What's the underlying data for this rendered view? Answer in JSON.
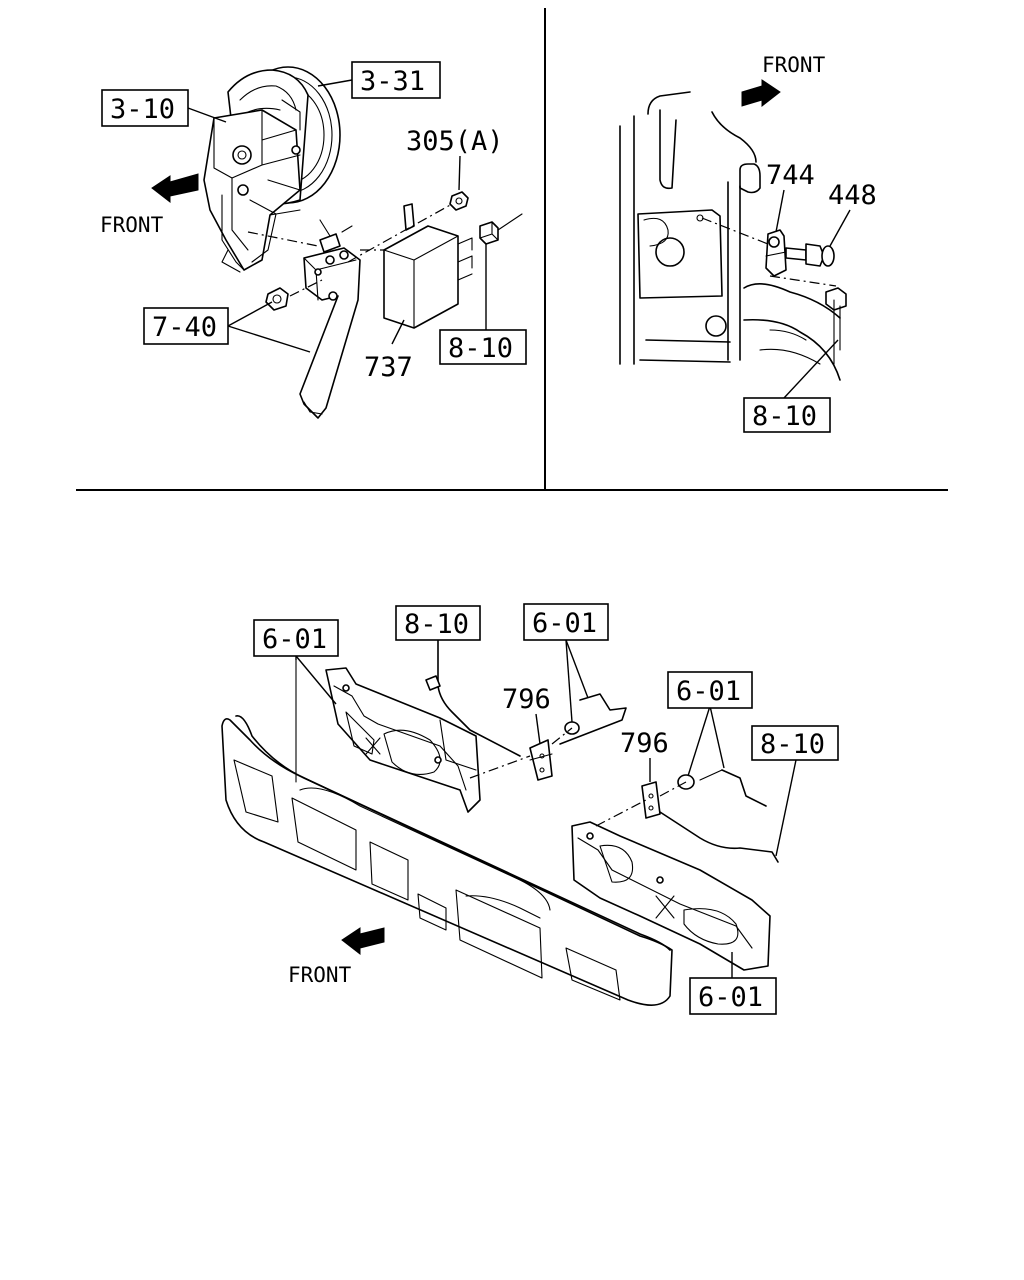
{
  "labels": {
    "p331": "3-31",
    "p310": "3-10",
    "p305a": "305(A)",
    "p740": "7-40",
    "p737": "737",
    "p810_tl": "8-10",
    "p744": "744",
    "p448": "448",
    "p810_tr": "8-10",
    "p601_a": "6-01",
    "p810_b1": "8-10",
    "p601_b": "6-01",
    "p796_a": "796",
    "p601_c": "6-01",
    "p796_b": "796",
    "p810_b2": "8-10",
    "p601_d": "6-01"
  },
  "front_labels": {
    "top_left": "FRONT",
    "top_right": "FRONT",
    "bottom": "FRONT"
  },
  "icons": [
    "front-arrow-icon",
    "front-arrow-icon",
    "front-arrow-icon"
  ]
}
